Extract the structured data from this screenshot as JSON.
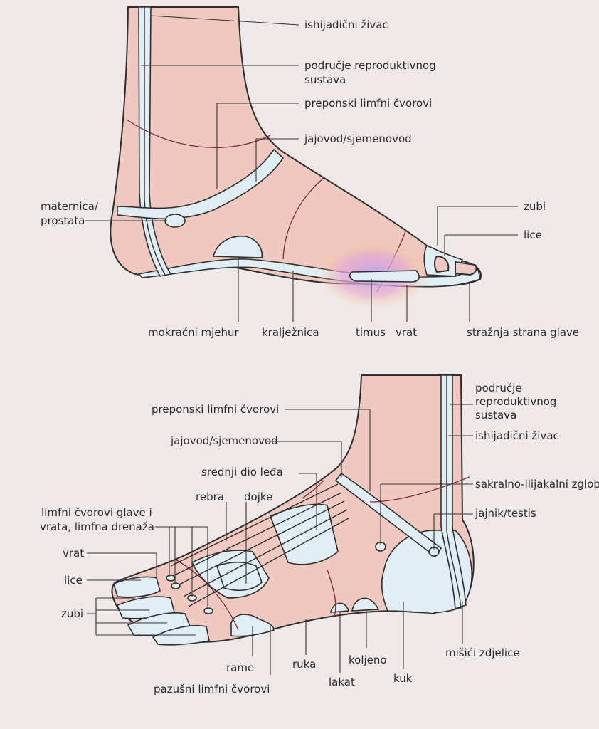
{
  "top_foot": {
    "labels": {
      "ishijadicni_zivac": "ishijadični živac",
      "podrucje_line1": "područje reproduktivnog",
      "podrucje_line2": "sustava",
      "preponski": "preponski limfni čvorovi",
      "jajovod": "jajovod/sjemenovod",
      "materница_line1": "maternica/",
      "maternica_line2": "prostata",
      "zubi": "zubi",
      "lice": "lice",
      "mokracni": "mokraćni mjehur",
      "kraljeznica": "kralježnica",
      "timus": "timus",
      "vrat": "vrat",
      "strazanja": "stražnja strana glave"
    }
  },
  "bottom_foot": {
    "labels": {
      "podrucje_line1": "područje",
      "podrucje_line2": "reproduktivnog",
      "podrucje_line3": "sustava",
      "preponski": "preponski limfni čvorovi",
      "ishijadicni": "ishijadični živac",
      "jajovod": "jajovod/sjemenovod",
      "srednji": "srednji dio leđa",
      "sakralno": "sakralno-ilijakalni zglob",
      "rebra": "rebra",
      "dojke": "dojke",
      "jajnik": "jajnik/testis",
      "limfni_line1": "limfni čvorovi glave i",
      "limfni_line2": "vrata, limfna drenaža",
      "vrat": "vrat",
      "lice": "lice",
      "zubi": "zubi",
      "misici": "mišići zdjelice",
      "koljeno": "koljeno",
      "ruka": "ruka",
      "rame": "rame",
      "kuk": "kuk",
      "lakat": "lakat",
      "pazusni": "pazušni limfni čvorovi"
    }
  },
  "colors": {
    "background": "#efe8e8",
    "skin": "#efc9bf",
    "zone": "#e0edf5",
    "outline": "#2e2e2e"
  }
}
